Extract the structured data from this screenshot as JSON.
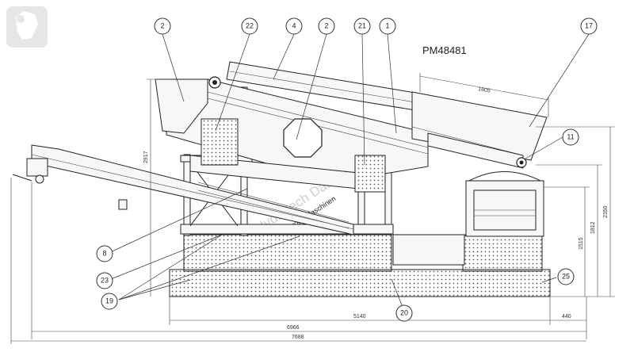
{
  "drawing": {
    "code": "PM48481",
    "watermark_text": "Hydrotech Dariusz Technik",
    "watermark_text_small": "Europa Maschinen"
  },
  "dimensions": {
    "top_width": "1605",
    "height_left": "2917",
    "height_right_outer": "2350",
    "height_right_mid": "1812",
    "height_right_inner": "1515",
    "length_tracks": "5140",
    "length_right_end": "440",
    "length_mid": "6966",
    "length_total": "7688"
  },
  "callouts": [
    {
      "label": "2"
    },
    {
      "label": "22"
    },
    {
      "label": "4"
    },
    {
      "label": "2"
    },
    {
      "label": "21"
    },
    {
      "label": "1"
    },
    {
      "label": "17"
    },
    {
      "label": "11"
    },
    {
      "label": "8"
    },
    {
      "label": "23"
    },
    {
      "label": "19"
    },
    {
      "label": "20"
    },
    {
      "label": "25"
    }
  ]
}
